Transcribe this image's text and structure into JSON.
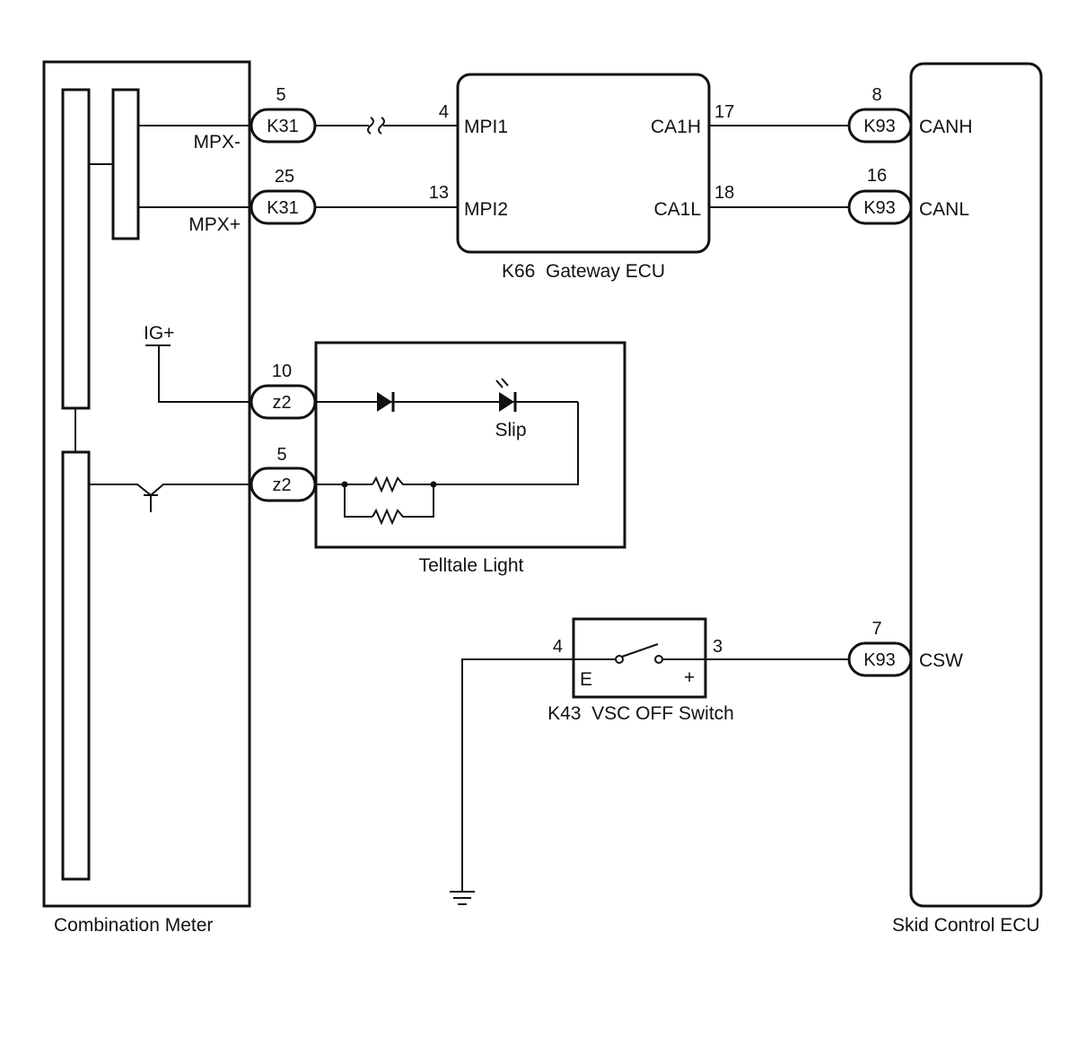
{
  "components": {
    "combination_meter": {
      "label": "Combination Meter",
      "signals": {
        "mpx_minus": "MPX-",
        "mpx_plus": "MPX+",
        "ig_plus": "IG+"
      }
    },
    "gateway_ecu": {
      "label": "K66  Gateway ECU",
      "pins": {
        "mpi1": "MPI1",
        "mpi2": "MPI2",
        "ca1h": "CA1H",
        "ca1l": "CA1L"
      }
    },
    "skid_control_ecu": {
      "label": "Skid Control ECU",
      "pins": {
        "canh": "CANH",
        "canl": "CANL",
        "csw": "CSW"
      }
    },
    "telltale_light": {
      "label": "Telltale Light",
      "lamp_label": "Slip"
    },
    "vsc_off_switch": {
      "label": "K43  VSC OFF Switch",
      "terminals": {
        "e": "E",
        "plus": "+"
      }
    }
  },
  "connectors": {
    "k31_a": {
      "code": "K31",
      "pin": "5"
    },
    "k31_b": {
      "code": "K31",
      "pin": "25"
    },
    "z2_a": {
      "code": "z2",
      "pin": "10"
    },
    "z2_b": {
      "code": "z2",
      "pin": "5"
    },
    "k93_a": {
      "code": "K93",
      "pin": "8"
    },
    "k93_b": {
      "code": "K93",
      "pin": "16"
    },
    "k93_c": {
      "code": "K93",
      "pin": "7"
    }
  },
  "pin_numbers": {
    "gw_mpi1": "4",
    "gw_mpi2": "13",
    "gw_ca1h": "17",
    "gw_ca1l": "18",
    "sw_e": "4",
    "sw_plus": "3"
  }
}
